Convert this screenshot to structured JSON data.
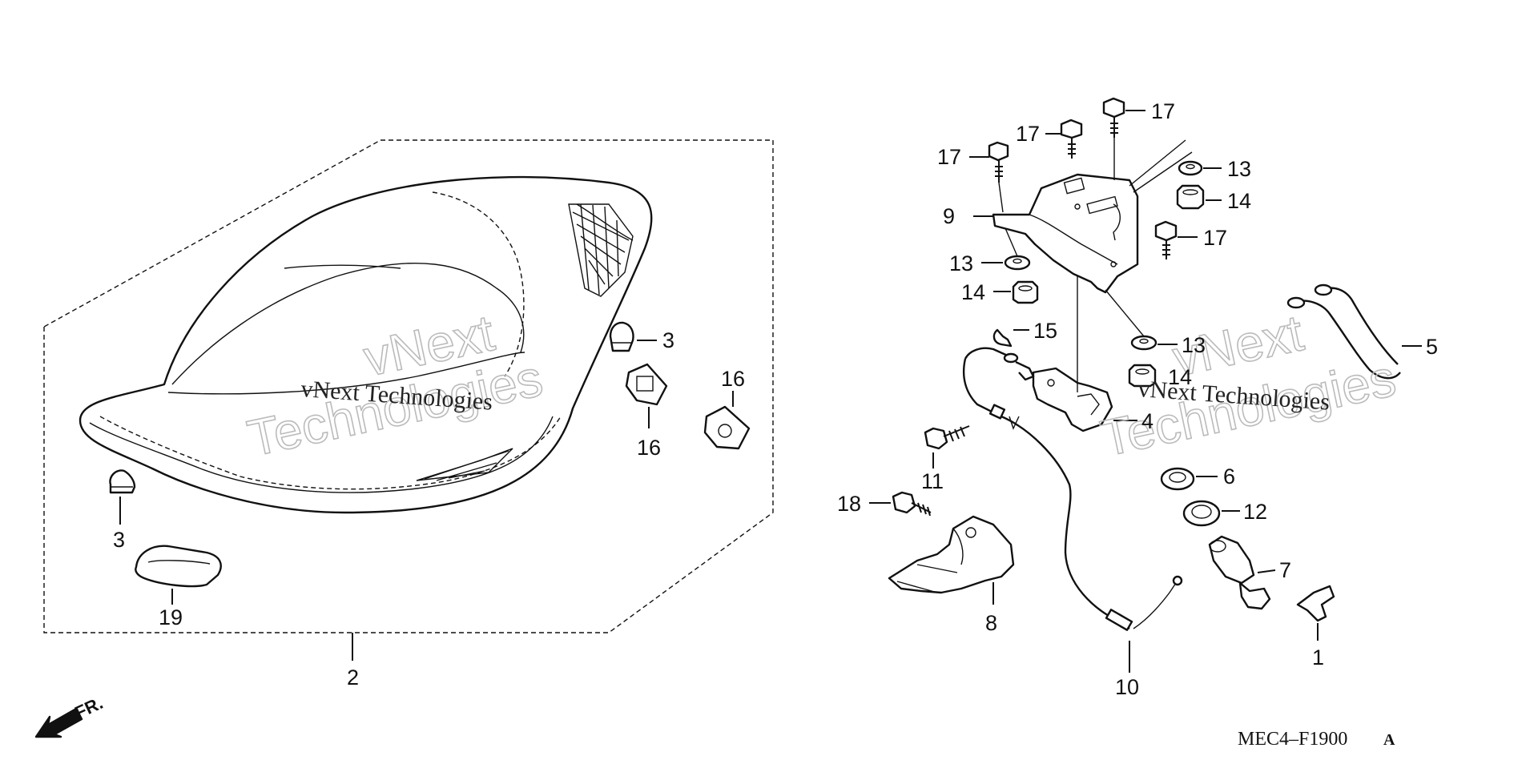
{
  "diagram_code": "MEC4–F1900",
  "diagram_code_suffix": "A",
  "front_indicator": "FR.",
  "watermark": {
    "line1": "vNext Technologies",
    "line2": "vNext",
    "line3": "Technologies"
  },
  "callouts": {
    "seat": "2",
    "rubber_left": "3",
    "rubber_right": "3",
    "pad": "19",
    "nut_left": "16",
    "nut_right": "16",
    "bolt_a": "17",
    "bolt_b": "17",
    "bolt_c": "17",
    "bolt_d": "17",
    "washer_a": "13",
    "nut_a": "14",
    "bracket": "9",
    "washer_b": "13",
    "nut_b": "14",
    "washer_c": "13",
    "nut_c": "14",
    "clip": "15",
    "helmet_holder": "4",
    "wire": "5",
    "bolt_11": "11",
    "bolt_18": "18",
    "lock_stay": "8",
    "cable": "10",
    "grommet_6": "6",
    "grommet_12": "12",
    "lock_cyl": "7",
    "lock_clip": "1"
  }
}
